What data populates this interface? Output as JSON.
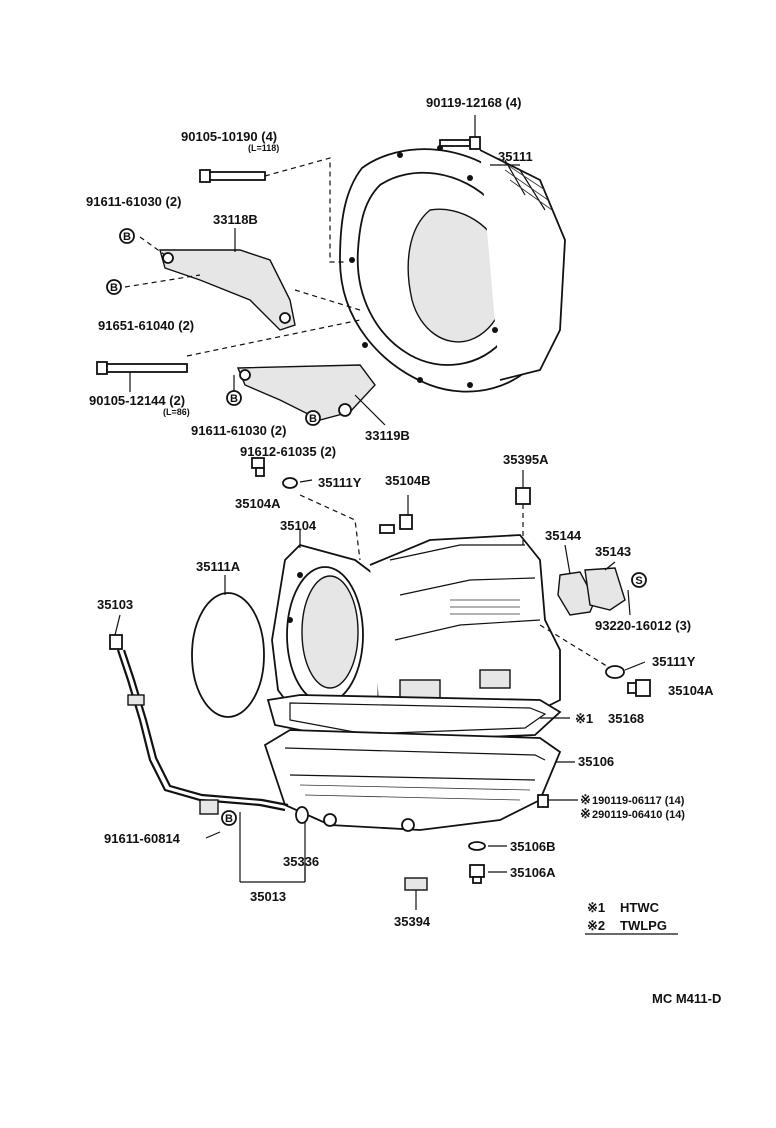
{
  "labels": {
    "p90119_12168": "90119-12168 (4)",
    "p35111": "35111",
    "p90105_10190": "90105-10190 (4)",
    "p90105_10190_len": "(L=118)",
    "p91611_61030_a": "91611-61030 (2)",
    "p33118B": "33118B",
    "p91651_61040": "91651-61040 (2)",
    "p90105_12144": "90105-12144 (2)",
    "p90105_12144_len": "(L=86)",
    "p91611_61030_b": "91611-61030 (2)",
    "p33119B": "33119B",
    "p91612_61035": "91612-61035 (2)",
    "p35395A": "35395A",
    "p35111Y_a": "35111Y",
    "p35104B": "35104B",
    "p35104A_a": "35104A",
    "p35104": "35104",
    "p35111A": "35111A",
    "p35144": "35144",
    "p35143": "35143",
    "p93220_16012": "93220-16012 (3)",
    "p35103": "35103",
    "p35111Y_b": "35111Y",
    "p35104A_b": "35104A",
    "p35168": "35168",
    "p35106": "35106",
    "p190119_06117": "190119-06117 (14)",
    "p290119_06410": "290119-06410 (14)",
    "p91611_60814": "91611-60814",
    "p35106B": "35106B",
    "p35336": "35336",
    "p35106A": "35106A",
    "p35013": "35013",
    "p35394": "35394",
    "footer_code": "MC  M411-D"
  },
  "markers": {
    "b": "B",
    "s": "S",
    "note1": "※1",
    "note2": "※2",
    "note_star": "※"
  },
  "legend": {
    "note1_text": "HTWC",
    "note2_text": "TWLPG"
  },
  "colors": {
    "ink": "#111111",
    "background": "#ffffff"
  }
}
